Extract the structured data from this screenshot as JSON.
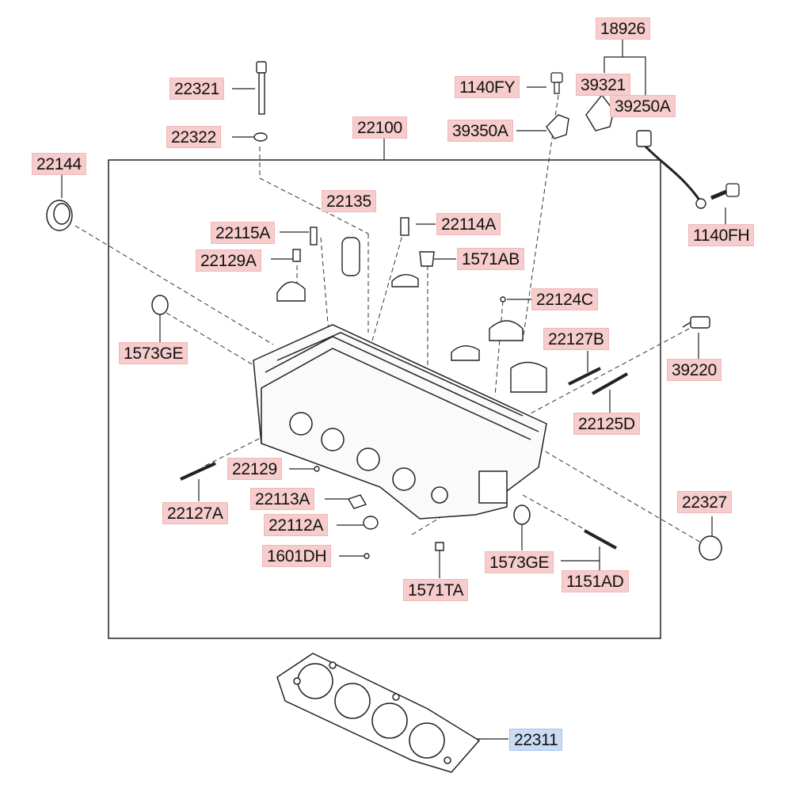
{
  "labels": {
    "p18926": "18926",
    "p39321": "39321",
    "p39250A": "39250A",
    "p1140FY": "1140FY",
    "p39350A": "39350A",
    "p1140FH": "1140FH",
    "p22321": "22321",
    "p22322": "22322",
    "p22100": "22100",
    "p22144": "22144",
    "p22135": "22135",
    "p22115A": "22115A",
    "p22114A": "22114A",
    "p22129A": "22129A",
    "p1571AB": "1571AB",
    "p22124C": "22124C",
    "p1573GE_left": "1573GE",
    "p22127B": "22127B",
    "p39220": "39220",
    "p22125D": "22125D",
    "p22129": "22129",
    "p22127A": "22127A",
    "p22113A": "22113A",
    "p22112A": "22112A",
    "p22327": "22327",
    "p1601DH": "1601DH",
    "p1573GE_right": "1573GE",
    "p1151AD": "1151AD",
    "p1571TA": "1571TA",
    "p22311": "22311"
  },
  "selected_part": "22311",
  "colors": {
    "label_bg": "#f6cccc",
    "selected_label_bg": "#c9dcf3",
    "line": "#222222"
  }
}
